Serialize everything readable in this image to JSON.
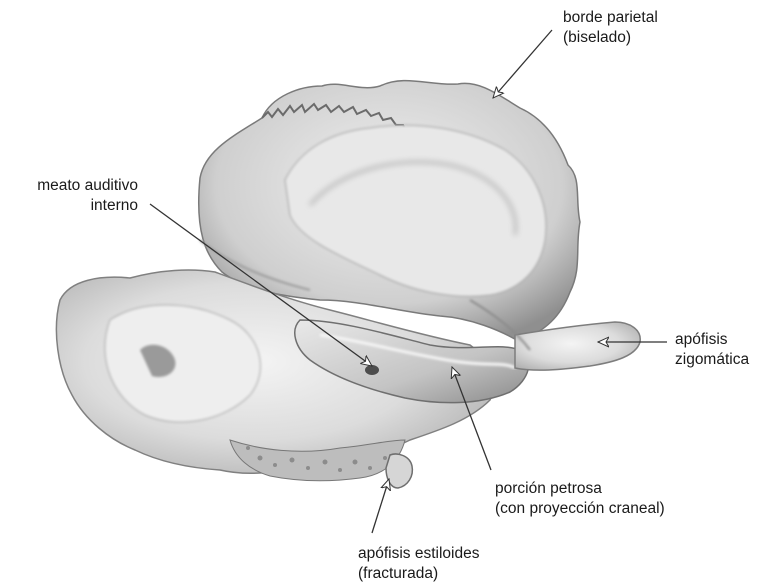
{
  "labels": {
    "borde_parietal": [
      "borde parietal",
      "(biselado)"
    ],
    "meato_auditivo": [
      "meato auditivo",
      "interno"
    ],
    "apofisis_zigomatica": [
      "apófisis",
      "zigomática"
    ],
    "porcion_petrosa": [
      "porción petrosa",
      "(con proyección craneal)"
    ],
    "apofisis_estiloides": [
      "apófisis estiloides",
      "(fracturada)"
    ]
  },
  "colors": {
    "text": "#1a1a1a",
    "arrow_stroke": "#333333",
    "bone_light": "#f2f2f2",
    "bone_mid": "#c8c8c8",
    "bone_dark": "#6e6e6e"
  }
}
